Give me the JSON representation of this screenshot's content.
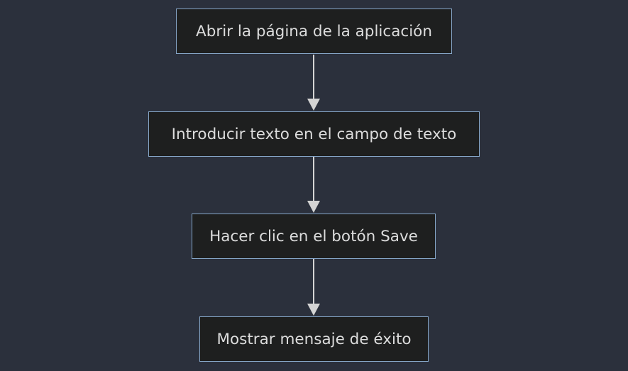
{
  "flowchart": {
    "nodes": [
      {
        "id": "n1",
        "label": "Abrir la página de la aplicación"
      },
      {
        "id": "n2",
        "label": "Introducir texto en el campo de texto"
      },
      {
        "id": "n3",
        "label": "Hacer clic en el botón Save"
      },
      {
        "id": "n4",
        "label": "Mostrar mensaje de éxito"
      }
    ],
    "edges": [
      {
        "from": "n1",
        "to": "n2"
      },
      {
        "from": "n2",
        "to": "n3"
      },
      {
        "from": "n3",
        "to": "n4"
      }
    ]
  },
  "colors": {
    "background": "#2b303c",
    "node_fill": "#1e1f1f",
    "node_border": "#86a6c8",
    "text": "#dcdcdc",
    "edge": "#d4d4d4"
  }
}
